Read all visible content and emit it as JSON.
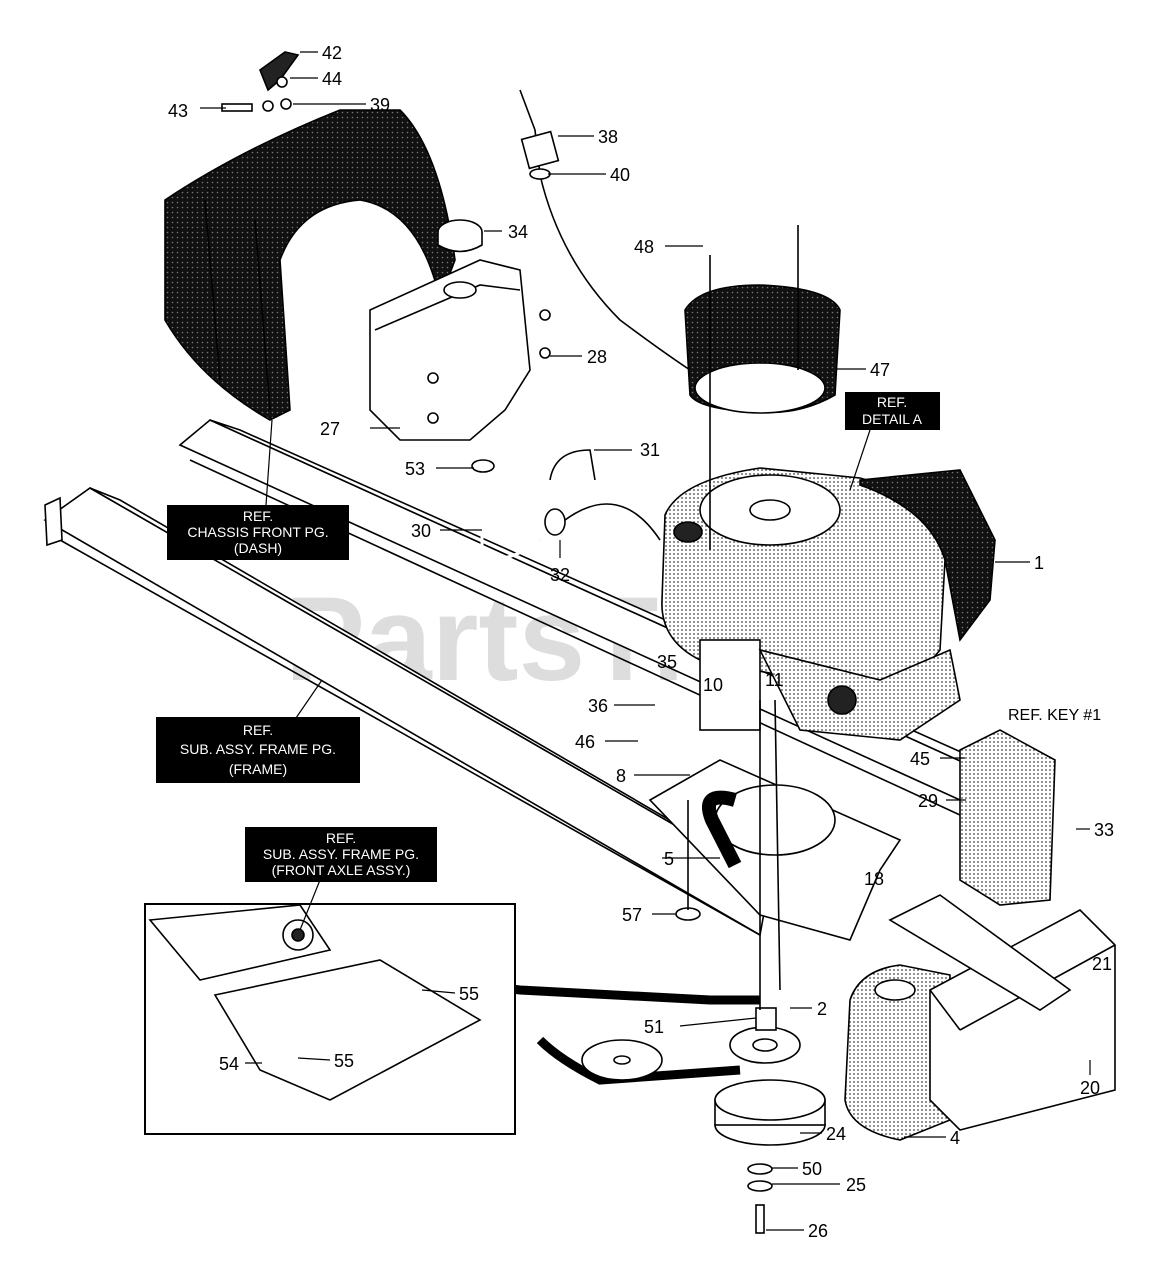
{
  "watermark": "PartsTree",
  "part_numbers": {
    "p1": "1",
    "p2": "2",
    "p4": "4",
    "p5": "5",
    "p8": "8",
    "p10": "10",
    "p11": "11",
    "p18": "18",
    "p20": "20",
    "p21": "21",
    "p24": "24",
    "p25": "25",
    "p26": "26",
    "p27": "27",
    "p28": "28",
    "p29": "29",
    "p30": "30",
    "p31": "31",
    "p32": "32",
    "p33": "33",
    "p34": "34",
    "p35": "35",
    "p36": "36",
    "p38": "38",
    "p39": "39",
    "p40": "40",
    "p42": "42",
    "p43": "43",
    "p44": "44",
    "p45": "45",
    "p46": "46",
    "p47": "47",
    "p48": "48",
    "p50": "50",
    "p51": "51",
    "p53": "53",
    "p54": "54",
    "p55a": "55",
    "p55b": "55",
    "p57": "57"
  },
  "ref_labels": {
    "detail_a": [
      "REF.",
      "DETAIL  A"
    ],
    "chassis_front": [
      "REF.",
      "CHASSIS FRONT PG.",
      "(DASH)"
    ],
    "sub_frame": [
      "REF.",
      "SUB. ASSY. FRAME PG.",
      "(FRAME)"
    ],
    "front_axle": [
      "REF.",
      "SUB. ASSY. FRAME PG.",
      "(FRONT AXLE ASSY.)"
    ],
    "key1": "REF. KEY #1"
  }
}
